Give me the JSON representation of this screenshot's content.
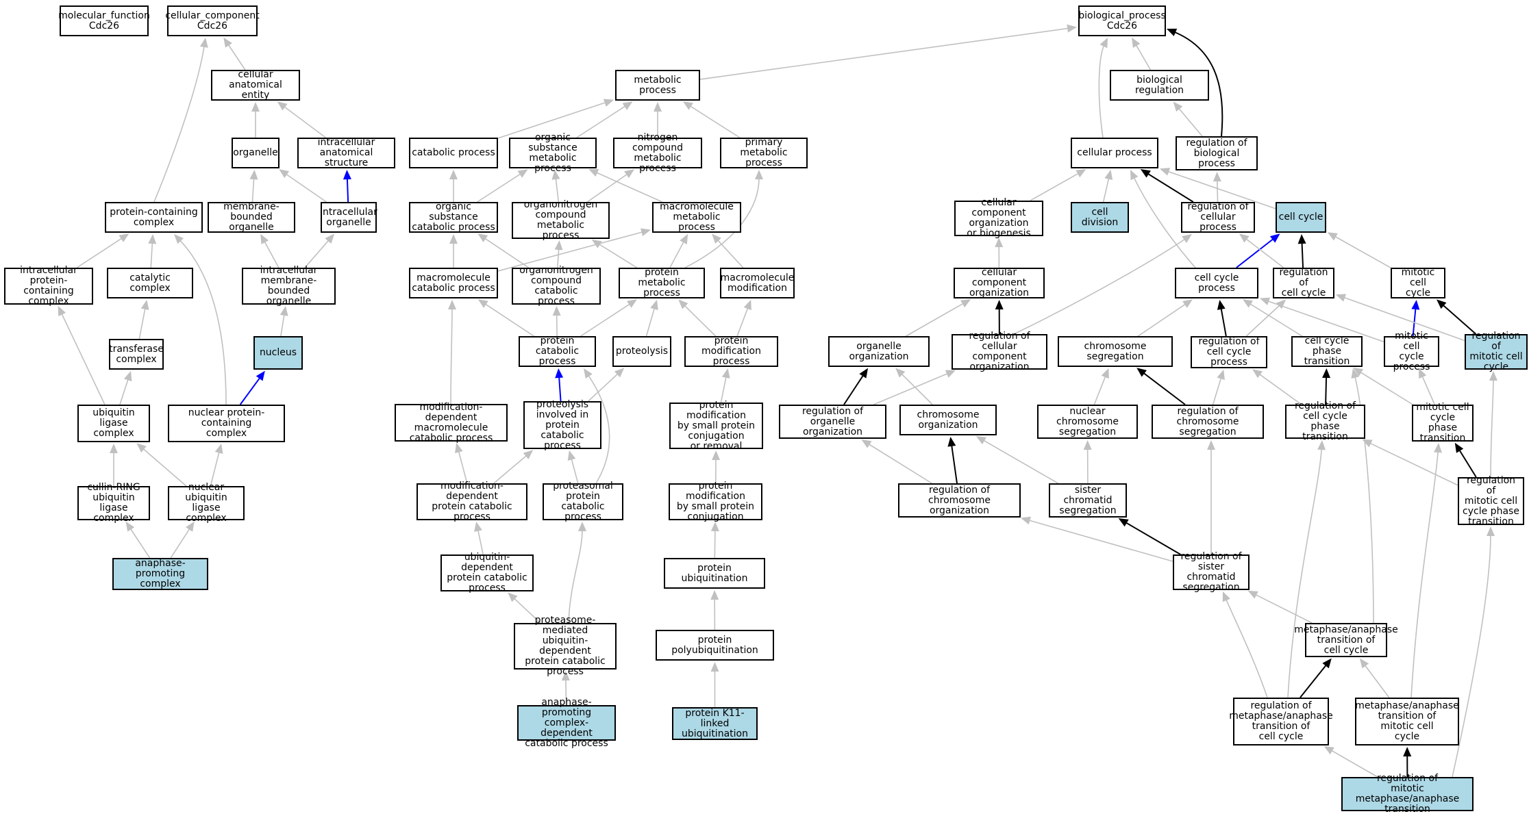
{
  "colors": {
    "gray": "#c0c0c0",
    "black": "#000000",
    "blue": "#0000ff",
    "highlight": "#add8e6",
    "node_border": "#000000"
  },
  "nodes": [
    {
      "id": "mf_root",
      "label": "molecular_function\nCdc26",
      "highlighted": false
    },
    {
      "id": "cc_root",
      "label": "cellular_component\nCdc26",
      "highlighted": false
    },
    {
      "id": "bp_root",
      "label": "biological_process\nCdc26",
      "highlighted": false
    },
    {
      "id": "cell_anat_entity",
      "label": "cellular anatomical\nentity",
      "highlighted": false
    },
    {
      "id": "organelle",
      "label": "organelle",
      "highlighted": false
    },
    {
      "id": "intracell_anat",
      "label": "intracellular\nanatomical structure",
      "highlighted": false
    },
    {
      "id": "prot_complex",
      "label": "protein-containing\ncomplex",
      "highlighted": false
    },
    {
      "id": "mem_organelle",
      "label": "membrane-bounded\norganelle",
      "highlighted": false
    },
    {
      "id": "intracell_organelle",
      "label": "intracellular\norganelle",
      "highlighted": false
    },
    {
      "id": "intracell_prot_complex",
      "label": "intracellular\nprotein-containing\ncomplex",
      "highlighted": false
    },
    {
      "id": "catalytic_complex",
      "label": "catalytic complex",
      "highlighted": false
    },
    {
      "id": "intracell_mem_organelle",
      "label": "intracellular\nmembrane-bounded\norganelle",
      "highlighted": false
    },
    {
      "id": "transferase_complex",
      "label": "transferase\ncomplex",
      "highlighted": false
    },
    {
      "id": "nucleus",
      "label": "nucleus",
      "highlighted": true
    },
    {
      "id": "ub_ligase_complex",
      "label": "ubiquitin ligase\ncomplex",
      "highlighted": false
    },
    {
      "id": "nuc_prot_complex",
      "label": "nuclear protein-containing\ncomplex",
      "highlighted": false
    },
    {
      "id": "cullin_ring",
      "label": "cullin-RING\nubiquitin ligase\ncomplex",
      "highlighted": false
    },
    {
      "id": "nuc_ub_ligase",
      "label": "nuclear ubiquitin\nligase complex",
      "highlighted": false
    },
    {
      "id": "apc",
      "label": "anaphase-promoting\ncomplex",
      "highlighted": true
    },
    {
      "id": "metabolic",
      "label": "metabolic process",
      "highlighted": false
    },
    {
      "id": "catabolic",
      "label": "catabolic process",
      "highlighted": false
    },
    {
      "id": "org_sub_metab",
      "label": "organic substance\nmetabolic process",
      "highlighted": false
    },
    {
      "id": "nitrogen_metab",
      "label": "nitrogen compound\nmetabolic process",
      "highlighted": false
    },
    {
      "id": "primary_metab",
      "label": "primary metabolic\nprocess",
      "highlighted": false
    },
    {
      "id": "org_sub_catab",
      "label": "organic substance\ncatabolic process",
      "highlighted": false
    },
    {
      "id": "organonitro_metab",
      "label": "organonitrogen\ncompound metabolic\nprocess",
      "highlighted": false
    },
    {
      "id": "macromol_metab",
      "label": "macromolecule\nmetabolic process",
      "highlighted": false
    },
    {
      "id": "macromol_catab",
      "label": "macromolecule\ncatabolic process",
      "highlighted": false
    },
    {
      "id": "organonitro_catab",
      "label": "organonitrogen\ncompound catabolic\nprocess",
      "highlighted": false
    },
    {
      "id": "prot_metab",
      "label": "protein metabolic\nprocess",
      "highlighted": false
    },
    {
      "id": "macromol_mod",
      "label": "macromolecule\nmodification",
      "highlighted": false
    },
    {
      "id": "prot_catab",
      "label": "protein catabolic\nprocess",
      "highlighted": false
    },
    {
      "id": "proteolysis",
      "label": "proteolysis",
      "highlighted": false
    },
    {
      "id": "prot_mod_proc",
      "label": "protein modification\nprocess",
      "highlighted": false
    },
    {
      "id": "mod_dep_macromol",
      "label": "modification-dependent\nmacromolecule\ncatabolic process",
      "highlighted": false
    },
    {
      "id": "proteolysis_catab",
      "label": "proteolysis\ninvolved in\nprotein catabolic\nprocess",
      "highlighted": false
    },
    {
      "id": "prot_mod_conj",
      "label": "protein modification\nby small protein\nconjugation\nor removal",
      "highlighted": false
    },
    {
      "id": "mod_dep_prot_catab",
      "label": "modification-dependent\nprotein catabolic\nprocess",
      "highlighted": false
    },
    {
      "id": "proteasomal",
      "label": "proteasomal\nprotein catabolic\nprocess",
      "highlighted": false
    },
    {
      "id": "prot_mod_small",
      "label": "protein modification\nby small protein\nconjugation",
      "highlighted": false
    },
    {
      "id": "ub_dep_catab",
      "label": "ubiquitin-dependent\nprotein catabolic\nprocess",
      "highlighted": false
    },
    {
      "id": "prot_ubiq",
      "label": "protein ubiquitination",
      "highlighted": false
    },
    {
      "id": "proteasome_med",
      "label": "proteasome-mediated\nubiquitin-dependent\nprotein catabolic\nprocess",
      "highlighted": false
    },
    {
      "id": "prot_polyubiq",
      "label": "protein polyubiquitination",
      "highlighted": false
    },
    {
      "id": "apc_dep_catab",
      "label": "anaphase-promoting\ncomplex-dependent\ncatabolic process",
      "highlighted": true
    },
    {
      "id": "k11_ubiq",
      "label": "protein K11-linked\nubiquitination",
      "highlighted": true
    },
    {
      "id": "bio_reg",
      "label": "biological regulation",
      "highlighted": false
    },
    {
      "id": "cellular_proc",
      "label": "cellular process",
      "highlighted": false
    },
    {
      "id": "reg_bio_proc",
      "label": "regulation of\nbiological process",
      "highlighted": false
    },
    {
      "id": "cc_org_biogen",
      "label": "cellular component\norganization\nor biogenesis",
      "highlighted": false
    },
    {
      "id": "cell_division",
      "label": "cell division",
      "highlighted": true
    },
    {
      "id": "reg_cell_proc",
      "label": "regulation of\ncellular process",
      "highlighted": false
    },
    {
      "id": "cell_cycle",
      "label": "cell cycle",
      "highlighted": true
    },
    {
      "id": "cc_org",
      "label": "cellular component\norganization",
      "highlighted": false
    },
    {
      "id": "cell_cycle_proc",
      "label": "cell cycle process",
      "highlighted": false
    },
    {
      "id": "reg_cell_cycle",
      "label": "regulation of\ncell cycle",
      "highlighted": false
    },
    {
      "id": "mitotic_cell_cycle",
      "label": "mitotic cell\ncycle",
      "highlighted": false
    },
    {
      "id": "organelle_org",
      "label": "organelle organization",
      "highlighted": false
    },
    {
      "id": "reg_cc_org",
      "label": "regulation of\ncellular component\norganization",
      "highlighted": false
    },
    {
      "id": "chrom_seg",
      "label": "chromosome segregation",
      "highlighted": false
    },
    {
      "id": "reg_cc_proc",
      "label": "regulation of\ncell cycle process",
      "highlighted": false
    },
    {
      "id": "cc_phase_trans",
      "label": "cell cycle phase\ntransition",
      "highlighted": false
    },
    {
      "id": "mitotic_cc_proc",
      "label": "mitotic cell\ncycle process",
      "highlighted": false
    },
    {
      "id": "reg_mitotic_cc",
      "label": "regulation of\nmitotic cell\ncycle",
      "highlighted": true
    },
    {
      "id": "reg_organelle_org",
      "label": "regulation of\norganelle organization",
      "highlighted": false
    },
    {
      "id": "chrom_org",
      "label": "chromosome organization",
      "highlighted": false
    },
    {
      "id": "nuc_chrom_seg",
      "label": "nuclear chromosome\nsegregation",
      "highlighted": false
    },
    {
      "id": "reg_chrom_seg",
      "label": "regulation of\nchromosome segregation",
      "highlighted": false
    },
    {
      "id": "reg_cc_phase_trans",
      "label": "regulation of\ncell cycle phase\ntransition",
      "highlighted": false
    },
    {
      "id": "mitotic_phase_trans",
      "label": "mitotic cell\ncycle phase\ntransition",
      "highlighted": false
    },
    {
      "id": "reg_chrom_org",
      "label": "regulation of\nchromosome organization",
      "highlighted": false
    },
    {
      "id": "sister_chrom_seg",
      "label": "sister chromatid\nsegregation",
      "highlighted": false
    },
    {
      "id": "reg_mitotic_phase_trans",
      "label": "regulation of\nmitotic cell\ncycle phase\ntransition",
      "highlighted": false
    },
    {
      "id": "reg_sister_chrom_seg",
      "label": "regulation of\nsister chromatid\nsegregation",
      "highlighted": false
    },
    {
      "id": "meta_ana_cc",
      "label": "metaphase/anaphase\ntransition of\ncell cycle",
      "highlighted": false
    },
    {
      "id": "reg_meta_ana_cc",
      "label": "regulation of\nmetaphase/anaphase\ntransition of\ncell cycle",
      "highlighted": false
    },
    {
      "id": "meta_ana_mitotic",
      "label": "metaphase/anaphase\ntransition of\nmitotic cell\ncycle",
      "highlighted": false
    },
    {
      "id": "reg_mitotic_meta_ana",
      "label": "regulation of\nmitotic metaphase/anaphase\ntransition",
      "highlighted": true
    }
  ],
  "edges": [
    [
      "cell_anat_entity",
      "cc_root",
      "gray"
    ],
    [
      "prot_complex",
      "cc_root",
      "gray"
    ],
    [
      "organelle",
      "cell_anat_entity",
      "gray"
    ],
    [
      "intracell_anat",
      "cell_anat_entity",
      "gray"
    ],
    [
      "mem_organelle",
      "organelle",
      "gray"
    ],
    [
      "intracell_organelle",
      "organelle",
      "gray"
    ],
    [
      "intracell_organelle",
      "intracell_anat",
      "blue"
    ],
    [
      "intracell_prot_complex",
      "prot_complex",
      "gray"
    ],
    [
      "catalytic_complex",
      "prot_complex",
      "gray"
    ],
    [
      "nuc_prot_complex",
      "prot_complex",
      "gray"
    ],
    [
      "intracell_mem_organelle",
      "mem_organelle",
      "gray"
    ],
    [
      "intracell_mem_organelle",
      "intracell_organelle",
      "gray"
    ],
    [
      "transferase_complex",
      "catalytic_complex",
      "gray"
    ],
    [
      "nucleus",
      "intracell_mem_organelle",
      "gray"
    ],
    [
      "ub_ligase_complex",
      "transferase_complex",
      "gray"
    ],
    [
      "ub_ligase_complex",
      "intracell_prot_complex",
      "gray"
    ],
    [
      "nuc_prot_complex",
      "nucleus",
      "blue"
    ],
    [
      "cullin_ring",
      "ub_ligase_complex",
      "gray"
    ],
    [
      "nuc_ub_ligase",
      "ub_ligase_complex",
      "gray"
    ],
    [
      "nuc_ub_ligase",
      "nuc_prot_complex",
      "gray"
    ],
    [
      "apc",
      "cullin_ring",
      "gray"
    ],
    [
      "apc",
      "nuc_ub_ligase",
      "gray"
    ],
    [
      "metabolic",
      "bp_root",
      "gray"
    ],
    [
      "catabolic",
      "metabolic",
      "gray"
    ],
    [
      "org_sub_metab",
      "metabolic",
      "gray"
    ],
    [
      "nitrogen_metab",
      "metabolic",
      "gray"
    ],
    [
      "primary_metab",
      "metabolic",
      "gray"
    ],
    [
      "org_sub_catab",
      "catabolic",
      "gray"
    ],
    [
      "org_sub_catab",
      "org_sub_metab",
      "gray"
    ],
    [
      "organonitro_metab",
      "org_sub_metab",
      "gray"
    ],
    [
      "organonitro_metab",
      "nitrogen_metab",
      "gray"
    ],
    [
      "macromol_metab",
      "org_sub_metab",
      "gray"
    ],
    [
      "macromol_catab",
      "org_sub_catab",
      "gray"
    ],
    [
      "macromol_catab",
      "macromol_metab",
      "gray"
    ],
    [
      "organonitro_catab",
      "organonitro_metab",
      "gray"
    ],
    [
      "organonitro_catab",
      "org_sub_catab",
      "gray"
    ],
    [
      "prot_metab",
      "macromol_metab",
      "gray"
    ],
    [
      "prot_metab",
      "organonitro_metab",
      "gray"
    ],
    [
      "prot_metab",
      "primary_metab",
      "gray"
    ],
    [
      "macromol_mod",
      "macromol_metab",
      "gray"
    ],
    [
      "prot_catab",
      "macromol_catab",
      "gray"
    ],
    [
      "prot_catab",
      "organonitro_catab",
      "gray"
    ],
    [
      "prot_catab",
      "prot_metab",
      "gray"
    ],
    [
      "proteolysis",
      "prot_metab",
      "gray"
    ],
    [
      "prot_mod_proc",
      "prot_metab",
      "gray"
    ],
    [
      "prot_mod_proc",
      "macromol_mod",
      "gray"
    ],
    [
      "mod_dep_macromol",
      "macromol_catab",
      "gray"
    ],
    [
      "proteolysis_catab",
      "prot_catab",
      "blue"
    ],
    [
      "proteolysis_catab",
      "proteolysis",
      "gray"
    ],
    [
      "prot_mod_conj",
      "prot_mod_proc",
      "gray"
    ],
    [
      "mod_dep_prot_catab",
      "mod_dep_macromol",
      "gray"
    ],
    [
      "mod_dep_prot_catab",
      "proteolysis_catab",
      "gray"
    ],
    [
      "proteasomal",
      "proteolysis_catab",
      "gray"
    ],
    [
      "proteasomal",
      "prot_catab",
      "gray"
    ],
    [
      "prot_mod_small",
      "prot_mod_conj",
      "gray"
    ],
    [
      "ub_dep_catab",
      "mod_dep_prot_catab",
      "gray"
    ],
    [
      "prot_ubiq",
      "prot_mod_small",
      "gray"
    ],
    [
      "proteasome_med",
      "ub_dep_catab",
      "gray"
    ],
    [
      "proteasome_med",
      "proteasomal",
      "gray"
    ],
    [
      "prot_polyubiq",
      "prot_ubiq",
      "gray"
    ],
    [
      "apc_dep_catab",
      "proteasome_med",
      "gray"
    ],
    [
      "k11_ubiq",
      "prot_polyubiq",
      "gray"
    ],
    [
      "bio_reg",
      "bp_root",
      "gray"
    ],
    [
      "cellular_proc",
      "bp_root",
      "gray"
    ],
    [
      "reg_bio_proc",
      "bio_reg",
      "gray"
    ],
    [
      "reg_bio_proc",
      "bp_root",
      "black"
    ],
    [
      "cc_org_biogen",
      "cellular_proc",
      "gray"
    ],
    [
      "cell_division",
      "cellular_proc",
      "gray"
    ],
    [
      "reg_cell_proc",
      "cellular_proc",
      "black"
    ],
    [
      "reg_cell_proc",
      "reg_bio_proc",
      "gray"
    ],
    [
      "cell_cycle",
      "cellular_proc",
      "gray"
    ],
    [
      "cc_org",
      "cc_org_biogen",
      "gray"
    ],
    [
      "cell_cycle_proc",
      "cellular_proc",
      "gray"
    ],
    [
      "cell_cycle_proc",
      "cell_cycle",
      "blue"
    ],
    [
      "reg_cell_cycle",
      "cell_cycle",
      "black"
    ],
    [
      "reg_cell_cycle",
      "reg_cell_proc",
      "gray"
    ],
    [
      "mitotic_cell_cycle",
      "cell_cycle",
      "gray"
    ],
    [
      "organelle_org",
      "cc_org",
      "gray"
    ],
    [
      "reg_cc_org",
      "cc_org",
      "black"
    ],
    [
      "reg_cc_org",
      "reg_cell_proc",
      "gray"
    ],
    [
      "chrom_seg",
      "cell_cycle_proc",
      "gray"
    ],
    [
      "reg_cc_proc",
      "cell_cycle_proc",
      "black"
    ],
    [
      "reg_cc_proc",
      "reg_cell_cycle",
      "gray"
    ],
    [
      "cc_phase_trans",
      "cell_cycle_proc",
      "gray"
    ],
    [
      "mitotic_cc_proc",
      "cell_cycle_proc",
      "gray"
    ],
    [
      "mitotic_cc_proc",
      "mitotic_cell_cycle",
      "blue"
    ],
    [
      "reg_mitotic_cc",
      "mitotic_cell_cycle",
      "black"
    ],
    [
      "reg_mitotic_cc",
      "reg_cell_cycle",
      "gray"
    ],
    [
      "reg_organelle_org",
      "organelle_org",
      "black"
    ],
    [
      "reg_organelle_org",
      "reg_cc_org",
      "gray"
    ],
    [
      "chrom_org",
      "organelle_org",
      "gray"
    ],
    [
      "nuc_chrom_seg",
      "chrom_seg",
      "gray"
    ],
    [
      "reg_chrom_seg",
      "chrom_seg",
      "black"
    ],
    [
      "reg_chrom_seg",
      "reg_cc_proc",
      "gray"
    ],
    [
      "reg_cc_phase_trans",
      "cc_phase_trans",
      "black"
    ],
    [
      "reg_cc_phase_trans",
      "reg_cc_proc",
      "gray"
    ],
    [
      "mitotic_phase_trans",
      "cc_phase_trans",
      "gray"
    ],
    [
      "mitotic_phase_trans",
      "mitotic_cc_proc",
      "gray"
    ],
    [
      "reg_chrom_org",
      "chrom_org",
      "black"
    ],
    [
      "reg_chrom_org",
      "reg_organelle_org",
      "gray"
    ],
    [
      "sister_chrom_seg",
      "nuc_chrom_seg",
      "gray"
    ],
    [
      "sister_chrom_seg",
      "chrom_org",
      "gray"
    ],
    [
      "reg_mitotic_phase_trans",
      "mitotic_phase_trans",
      "black"
    ],
    [
      "reg_mitotic_phase_trans",
      "reg_cc_phase_trans",
      "gray"
    ],
    [
      "reg_mitotic_phase_trans",
      "reg_mitotic_cc",
      "gray"
    ],
    [
      "reg_sister_chrom_seg",
      "sister_chrom_seg",
      "black"
    ],
    [
      "reg_sister_chrom_seg",
      "reg_chrom_seg",
      "gray"
    ],
    [
      "reg_sister_chrom_seg",
      "reg_chrom_org",
      "gray"
    ],
    [
      "meta_ana_cc",
      "cc_phase_trans",
      "gray"
    ],
    [
      "meta_ana_cc",
      "reg_sister_chrom_seg",
      "gray"
    ],
    [
      "reg_meta_ana_cc",
      "meta_ana_cc",
      "black"
    ],
    [
      "reg_meta_ana_cc",
      "reg_sister_chrom_seg",
      "gray"
    ],
    [
      "reg_meta_ana_cc",
      "reg_cc_phase_trans",
      "gray"
    ],
    [
      "meta_ana_mitotic",
      "meta_ana_cc",
      "gray"
    ],
    [
      "meta_ana_mitotic",
      "mitotic_phase_trans",
      "gray"
    ],
    [
      "reg_mitotic_meta_ana",
      "meta_ana_mitotic",
      "black"
    ],
    [
      "reg_mitotic_meta_ana",
      "reg_meta_ana_cc",
      "gray"
    ],
    [
      "reg_mitotic_meta_ana",
      "reg_mitotic_phase_trans",
      "gray"
    ]
  ]
}
